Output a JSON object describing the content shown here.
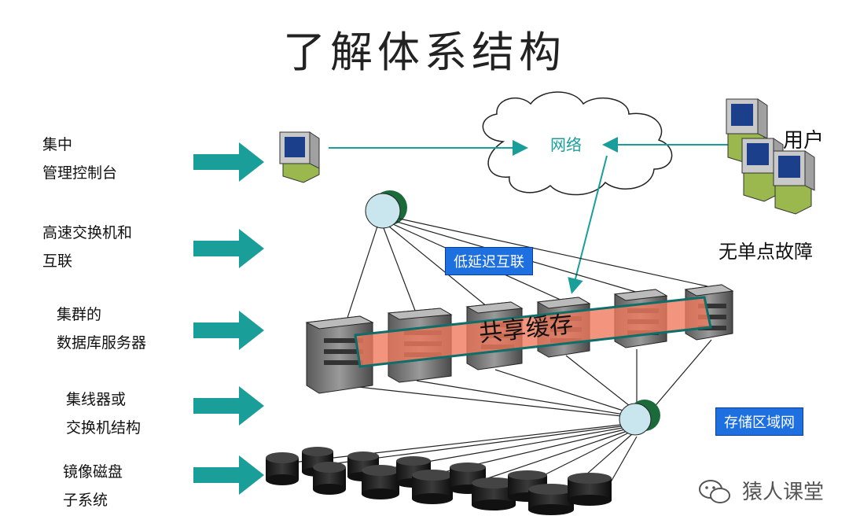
{
  "title": "了解体系结构",
  "left_labels": [
    {
      "line1": "集中",
      "line2": "管理控制台"
    },
    {
      "line1": "高速交换机和",
      "line2": "互联"
    },
    {
      "line1": "集群的",
      "line2": "数据库服务器"
    },
    {
      "line1": "集线器或",
      "line2": "交换机结构"
    },
    {
      "line1": "镜像磁盘",
      "line2": "子系统"
    }
  ],
  "network_label": "网络",
  "users_label": "用户",
  "no_single_point_label": "无单点故障",
  "low_latency_label": "低延迟互联",
  "shared_cache_label": "共享缓存",
  "san_label": "存储区域网",
  "watermark": "猿人课堂",
  "colors": {
    "arrow": "#1a9e9a",
    "badge": "#1e6fe0",
    "cache": "#f07a5e",
    "link": "#1a9e9a"
  }
}
